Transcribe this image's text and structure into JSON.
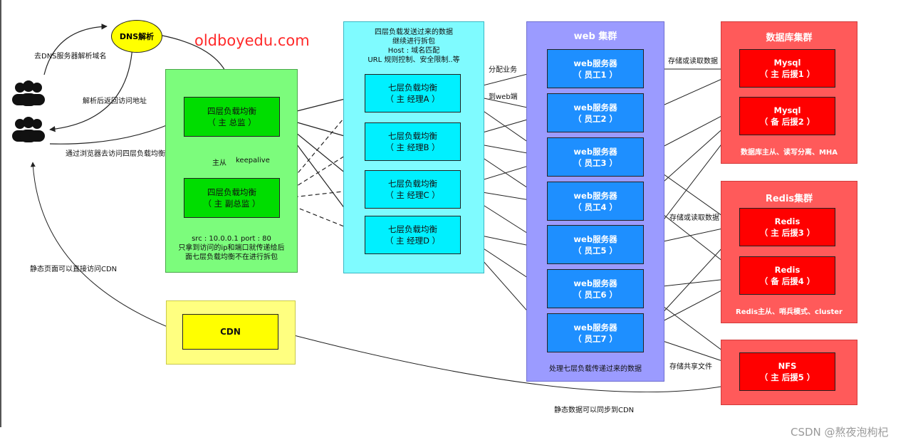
{
  "brand": "oldboyedu.com",
  "dns": {
    "label": "DNS解析"
  },
  "labels": {
    "go_dns": "去DNS服务器解析域名",
    "return_addr": "解析后返回访问地址",
    "browser_access": "通过浏览器去访问四层负载均衡",
    "static_cdn": "静态页面可以直接访问CDN",
    "dispatch": "分配业务",
    "to_web": "到web端",
    "store_read_1": "存储或读取数据",
    "store_read_2": "存储或读取数据",
    "store_share": "存储共享文件",
    "sync_cdn": "静态数据可以同步到CDN"
  },
  "layer4": {
    "master": {
      "line1": "四层负载均衡",
      "line2": "（ 主 总监 ）"
    },
    "slave": {
      "line1": "四层负载均衡",
      "line2": "（ 主 副总监 ）"
    },
    "ha_left": "主从",
    "ha_right": "keepalive",
    "note1": "src : 10.0.0.1    port : 80",
    "note2": "只拿到访问的ip和端口就传递给后",
    "note3": "面七层负载均衡不在进行拆包"
  },
  "layer7": {
    "desc1": "四层负载发送过来的数据",
    "desc2": "继续进行拆包",
    "desc3": "Host : 域名匹配",
    "desc4": "URL 规则控制、安全限制..等",
    "nodes": [
      {
        "line1": "七层负载均衡",
        "line2": "（ 主  经理A ）"
      },
      {
        "line1": "七层负载均衡",
        "line2": "（ 主  经理B ）"
      },
      {
        "line1": "七层负载均衡",
        "line2": "（ 主  经理C ）"
      },
      {
        "line1": "七层负载均衡",
        "line2": "（ 主  经理D ）"
      }
    ]
  },
  "web": {
    "title": "web 集群",
    "footer": "处理七层负载传递过来的数据",
    "nodes": [
      {
        "line1": "web服务器",
        "line2": "（ 员工1 ）"
      },
      {
        "line1": "web服务器",
        "line2": "（ 员工2 ）"
      },
      {
        "line1": "web服务器",
        "line2": "（ 员工3 ）"
      },
      {
        "line1": "web服务器",
        "line2": "（ 员工4 ）"
      },
      {
        "line1": "web服务器",
        "line2": "（ 员工5 ）"
      },
      {
        "line1": "web服务器",
        "line2": "（ 员工6 ）"
      },
      {
        "line1": "web服务器",
        "line2": "（ 员工7 ）"
      }
    ]
  },
  "db": {
    "title": "数据库集群",
    "footer": "数据库主从、读写分离、MHA",
    "nodes": [
      {
        "line1": "Mysql",
        "line2": "（ 主 后援1 ）"
      },
      {
        "line1": "Mysql",
        "line2": "（ 备 后援2 ）"
      }
    ]
  },
  "redis": {
    "title": "Redis集群",
    "footer": "Redis主从、哨兵模式、cluster",
    "nodes": [
      {
        "line1": "Redis",
        "line2": "（ 主 后援3 ）"
      },
      {
        "line1": "Redis",
        "line2": "（ 备 后援4 ）"
      }
    ]
  },
  "nfs": {
    "line1": "NFS",
    "line2": "（ 主 后援5 ）"
  },
  "cdn": {
    "label": "CDN"
  },
  "watermark": "CSDN @熬夜泡枸杞",
  "colors": {
    "l4": "#7cfc7c",
    "l7": "#7ffbff",
    "web": "#9b9bff",
    "db": "#ff5a5a",
    "cdn": "#ffff80"
  }
}
